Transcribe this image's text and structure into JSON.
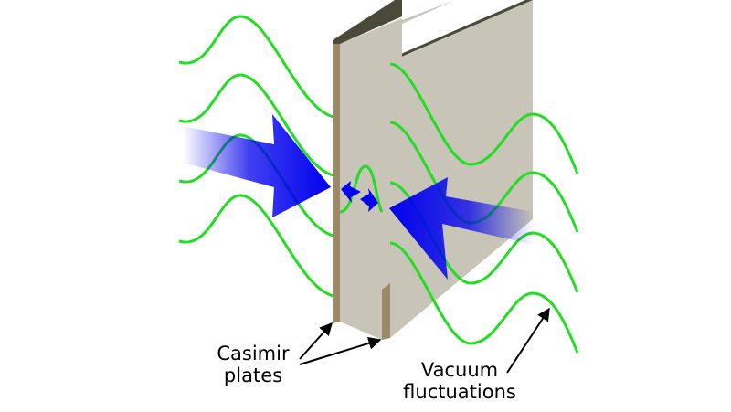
{
  "labels": {
    "casimir": {
      "line1": "Casimir",
      "line2": "plates"
    },
    "vacuum": {
      "line1": "Vacuum",
      "line2": "fluctuations"
    }
  },
  "colors": {
    "wave": "#22dd22",
    "arrow": "#0000ee",
    "plate_face": "#c8c4b8",
    "plate_edge": "#9a8a6a",
    "plate_top": "#4a4a3a"
  }
}
